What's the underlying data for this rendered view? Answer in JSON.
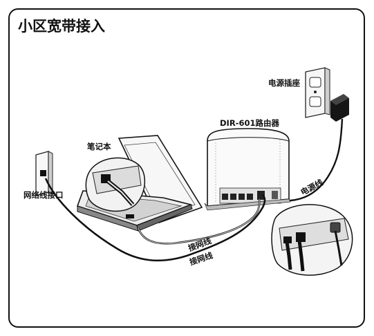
{
  "title": "小区宽带接入",
  "labels": {
    "power_outlet": "电源插座",
    "router": "DIR-601路由器",
    "laptop": "笔记本",
    "wall_port": "网络线接口",
    "power_cable": "电源线",
    "lan_cable_1": "接网线",
    "lan_cable_2": "接网线"
  }
}
